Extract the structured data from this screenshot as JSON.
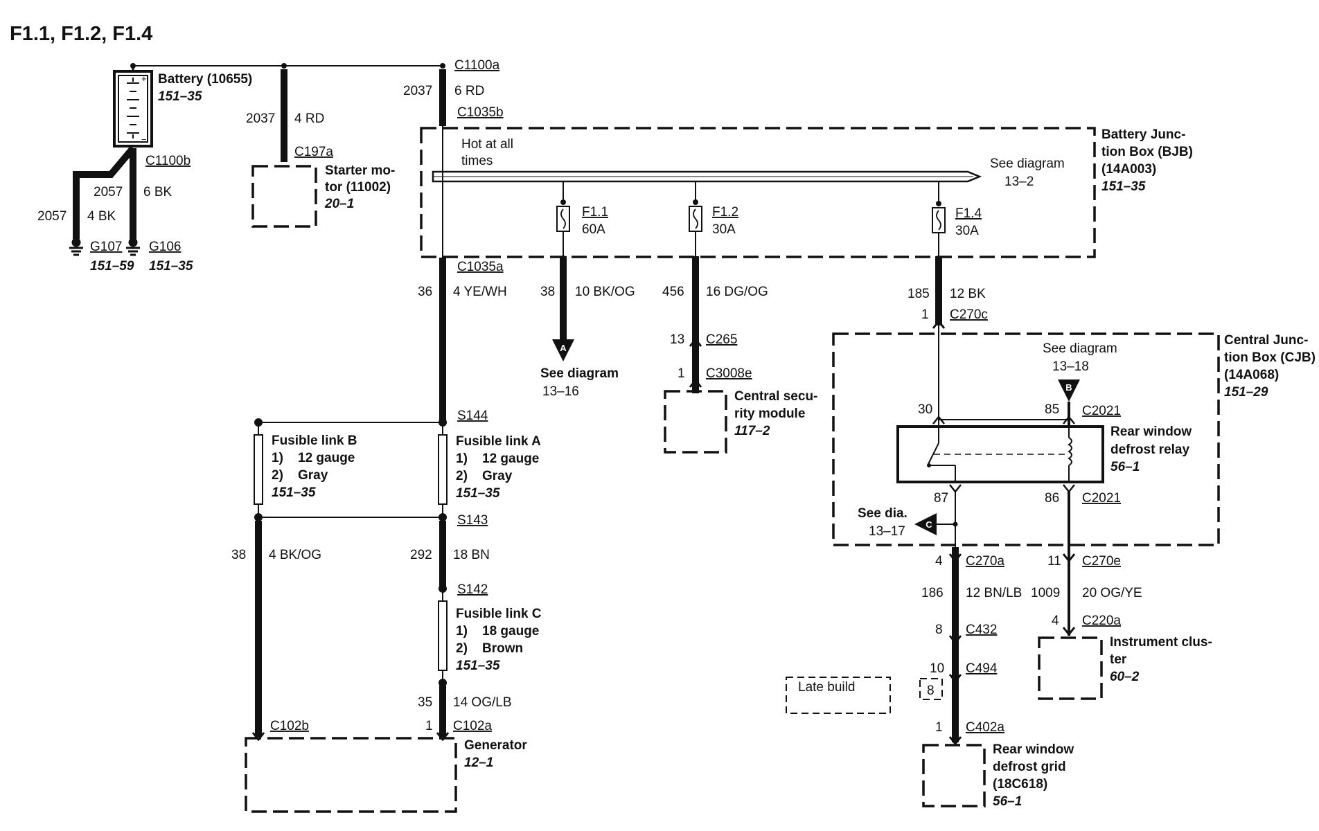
{
  "title": "F1.1, F1.2, F1.4",
  "battery": {
    "name": "Battery (10655)",
    "ref": "151–35"
  },
  "c1100a": "C1100a",
  "w2037_rd6": {
    "num": "2037",
    "spec": "6 RD"
  },
  "w2037_rd4": {
    "num": "2037",
    "spec": "4 RD"
  },
  "c1035b": "C1035b",
  "c197a": "C197a",
  "starter": {
    "name1": "Starter mo-",
    "name2": "tor (11002)",
    "ref": "20–1"
  },
  "c1100b": "C1100b",
  "w2057_bk6": {
    "num": "2057",
    "spec": "6 BK"
  },
  "w2057_bk4": {
    "num": "2057",
    "spec": "4 BK"
  },
  "g107": {
    "name": "G107",
    "ref": "151–59"
  },
  "g106": {
    "name": "G106",
    "ref": "151–35"
  },
  "hot_at_all": {
    "l1": "Hot at all",
    "l2": "times"
  },
  "see_132": {
    "l1": "See diagram",
    "l2": "13–2"
  },
  "bjb": {
    "l1": "Battery Junc-",
    "l2": "tion Box (BJB)",
    "l3": "(14A003)",
    "ref": "151–35"
  },
  "fuses": [
    {
      "name": "F1.1",
      "amps": "60A"
    },
    {
      "name": "F1.2",
      "amps": "30A"
    },
    {
      "name": "F1.4",
      "amps": "30A"
    }
  ],
  "c1035a": "C1035a",
  "w36": {
    "num": "36",
    "spec": "4 YE/WH"
  },
  "w38a": {
    "num": "38",
    "spec": "10 BK/OG"
  },
  "w456": {
    "num": "456",
    "spec": "16 DG/OG"
  },
  "w185": {
    "num": "185",
    "spec": "12 BK"
  },
  "c270c": {
    "pin": "1",
    "name": "C270c"
  },
  "see_1316": {
    "letter": "A",
    "l1": "See diagram",
    "l2": "13–16"
  },
  "c265": {
    "pin": "13",
    "name": "C265"
  },
  "c3008e": {
    "pin": "1",
    "name": "C3008e"
  },
  "security": {
    "l1": "Central secu-",
    "l2": "rity module",
    "ref": "117–2"
  },
  "cjb": {
    "l1": "Central Junc-",
    "l2": "tion Box (CJB)",
    "l3": "(14A068)",
    "ref": "151–29"
  },
  "see_1318": {
    "letter": "B",
    "l1": "See diagram",
    "l2": "13–18"
  },
  "relay": {
    "pin30": "30",
    "pin85": "85",
    "c_top": "C2021",
    "pin87": "87",
    "pin86": "86",
    "c_bot": "C2021",
    "l1": "Rear window",
    "l2": "defrost relay",
    "ref": "56–1"
  },
  "see_1317": {
    "letter": "C",
    "l1": "See dia.",
    "l2": "13–17"
  },
  "s144": "S144",
  "s143": "S143",
  "s142": "S142",
  "link_b": {
    "name": "Fusible link B",
    "g": "1)    12 gauge",
    "c": "2)    Gray",
    "ref": "151–35"
  },
  "link_a": {
    "name": "Fusible link A",
    "g": "1)    12 gauge",
    "c": "2)    Gray",
    "ref": "151–35"
  },
  "link_c": {
    "name": "Fusible link C",
    "g": "1)    18 gauge",
    "c": "2)    Brown",
    "ref": "151–35"
  },
  "w38b": {
    "num": "38",
    "spec": "4 BK/OG"
  },
  "w292": {
    "num": "292",
    "spec": "18 BN"
  },
  "w35": {
    "num": "35",
    "spec": "14 OG/LB"
  },
  "c102b": "C102b",
  "c102a": {
    "pin": "1",
    "name": "C102a"
  },
  "generator": {
    "name": "Generator",
    "ref": "12–1"
  },
  "c270a": {
    "pin": "4",
    "name": "C270a"
  },
  "c270e": {
    "pin": "11",
    "name": "C270e"
  },
  "w186": {
    "num": "186",
    "spec": "12 BN/LB"
  },
  "w1009": {
    "num": "1009",
    "spec": "20 OG/YE"
  },
  "c432": {
    "pin": "8",
    "name": "C432"
  },
  "c220a": {
    "pin": "4",
    "name": "C220a"
  },
  "c494": {
    "pin": "10",
    "name": "C494"
  },
  "late_build": {
    "label": "Late build",
    "pin": "8"
  },
  "c402a": {
    "pin": "1",
    "name": "C402a"
  },
  "cluster": {
    "l1": "Instrument clus-",
    "l2": "ter",
    "ref": "60–2"
  },
  "grid": {
    "l1": "Rear window",
    "l2": "defrost grid",
    "l3": "(18C618)",
    "ref": "56–1"
  }
}
